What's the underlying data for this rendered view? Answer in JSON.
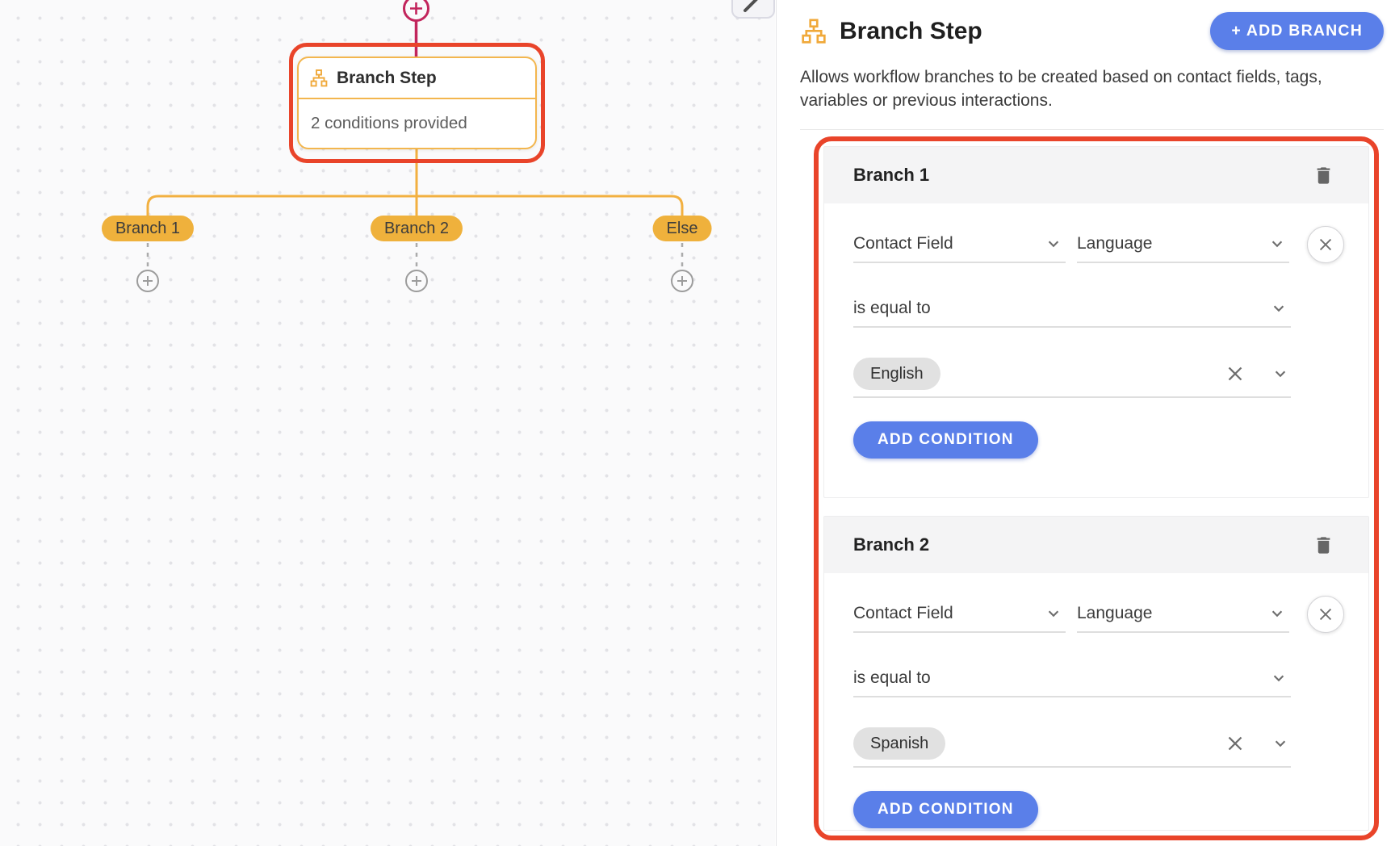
{
  "colors": {
    "accent_blue": "#5A7FE9",
    "amber": "#EFB13C",
    "highlight_red": "#E9442A",
    "connector_pink": "#C2255C"
  },
  "canvas": {
    "node": {
      "title": "Branch Step",
      "subtitle": "2 conditions provided"
    },
    "branches": [
      {
        "label": "Branch 1"
      },
      {
        "label": "Branch 2"
      },
      {
        "label": "Else"
      }
    ]
  },
  "panel": {
    "title": "Branch Step",
    "add_branch_label": "+ ADD BRANCH",
    "description": "Allows workflow branches to be created based on contact fields, tags, variables or previous interactions.",
    "branches": [
      {
        "name": "Branch 1",
        "category": "Contact Field",
        "field": "Language",
        "operator": "is equal to",
        "value": "English",
        "add_condition_label": "ADD CONDITION"
      },
      {
        "name": "Branch 2",
        "category": "Contact Field",
        "field": "Language",
        "operator": "is equal to",
        "value": "Spanish",
        "add_condition_label": "ADD CONDITION"
      }
    ]
  }
}
